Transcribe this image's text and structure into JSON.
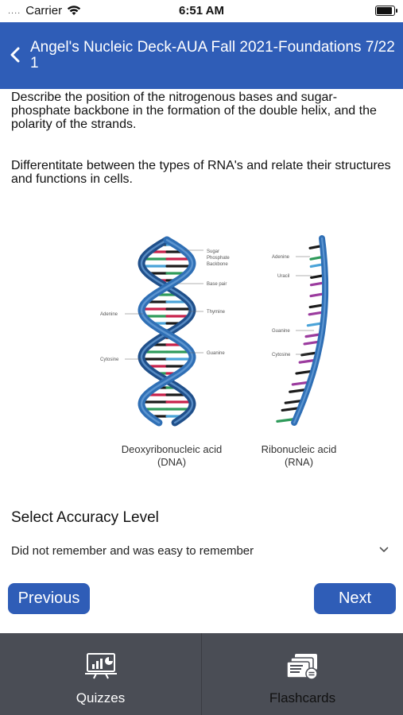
{
  "status_bar": {
    "dots": "....",
    "carrier": "Carrier",
    "time": "6:51 AM",
    "battery_level": 0.95
  },
  "header": {
    "title": "Angel's Nucleic Deck-AUA Fall 2021-Foundations 7/22 1"
  },
  "content": {
    "objective_1": "Describe the position of the nitrogenous bases and sugar-phosphate backbone in the formation of the double helix, and the polarity of the strands.",
    "objective_2": "Differentitate between the types of RNA's and relate their structures and functions in cells."
  },
  "figure": {
    "dna_labels": {
      "sugar_1": "Sugar",
      "sugar_2": "Phosphate",
      "sugar_3": "Backbone",
      "base_pair": "Base pair",
      "thymine": "Thymine",
      "guanine": "Guanine",
      "adenine": "Adenine",
      "cytosine": "Cytosine"
    },
    "rna_labels": {
      "adenine": "Adenine",
      "uracil": "Uracil",
      "guanine": "Guanine",
      "cytosine": "Cytosine"
    },
    "dna_caption_1": "Deoxyribonucleic acid",
    "dna_caption_2": "(DNA)",
    "rna_caption_1": "Ribonucleic acid",
    "rna_caption_2": "(RNA)",
    "colors": {
      "backbone": "#2f6fb5",
      "backbone_dark": "#1f4f8a",
      "black_base": "#1a1a1a",
      "red_base": "#c8204a",
      "green_base": "#2e9a5a",
      "blue_base": "#4aa3d8",
      "purple_base": "#9b3b9e"
    }
  },
  "accuracy": {
    "title": "Select Accuracy Level",
    "selected": "Did not remember and was easy to remember"
  },
  "buttons": {
    "previous": "Previous",
    "next": "Next"
  },
  "tabs": [
    {
      "label": "Quizzes",
      "icon": "quiz-presentation-icon"
    },
    {
      "label": "Flashcards",
      "icon": "flashcards-icon"
    }
  ],
  "colors": {
    "accent": "#2f5db7",
    "tab_bar": "#4a4d55"
  }
}
